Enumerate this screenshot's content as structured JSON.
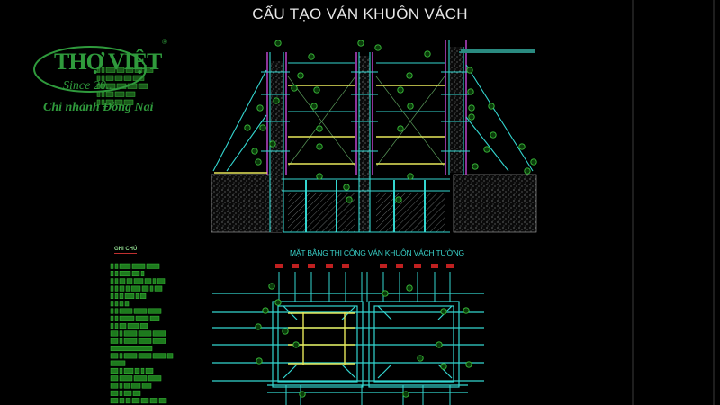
{
  "drawing": {
    "title": "CẤU TẠO VÁN KHUÔN VÁCH",
    "plan_title": "MẶT BẰNG THI CÔNG VÁN KHUÔN VÁCH TƯỜNG",
    "notes_title": "GHI CHÚ"
  },
  "logo": {
    "name": "THỢ VIỆT",
    "since": "Since 20..",
    "branch": "Chi nhánh Đồng Nai",
    "registered": "®"
  },
  "colors": {
    "background": "#000000",
    "cyan": "#33d6d0",
    "yellow": "#e8e85a",
    "magenta": "#b040c0",
    "green_label": "#3bbf3b",
    "red_tag": "#c02020",
    "hatch": "#9aa0a0"
  }
}
